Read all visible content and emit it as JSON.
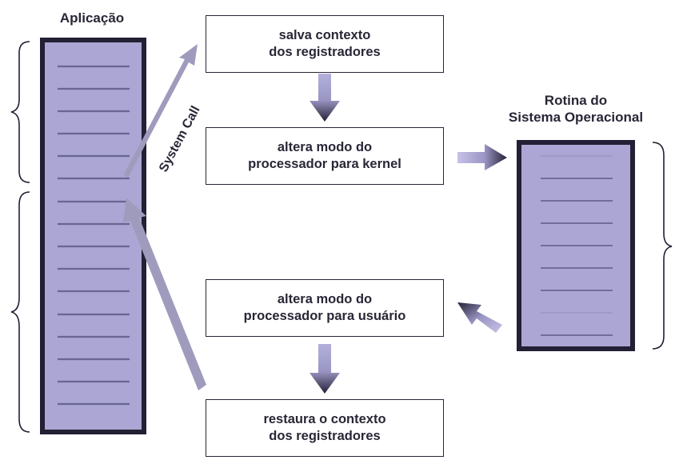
{
  "titles": {
    "application": "Aplicação",
    "os_routine_line1": "Rotina do",
    "os_routine_line2": "Sistema Operacional"
  },
  "steps": [
    {
      "line1": "salva contexto",
      "line2": "dos registradores"
    },
    {
      "line1": "altera modo do",
      "line2": "processador para kernel"
    },
    {
      "line1": "altera modo do",
      "line2": "processador para usuário"
    },
    {
      "line1": "restaura o contexto",
      "line2": "dos registradores"
    }
  ],
  "labels": {
    "system_call": "System Call"
  },
  "colors": {
    "block_fill": "#aba6d3",
    "block_border": "#231f34",
    "line": "#6a6592",
    "arrow": "#9e9bbd",
    "arrow_dark": "#231f34"
  }
}
